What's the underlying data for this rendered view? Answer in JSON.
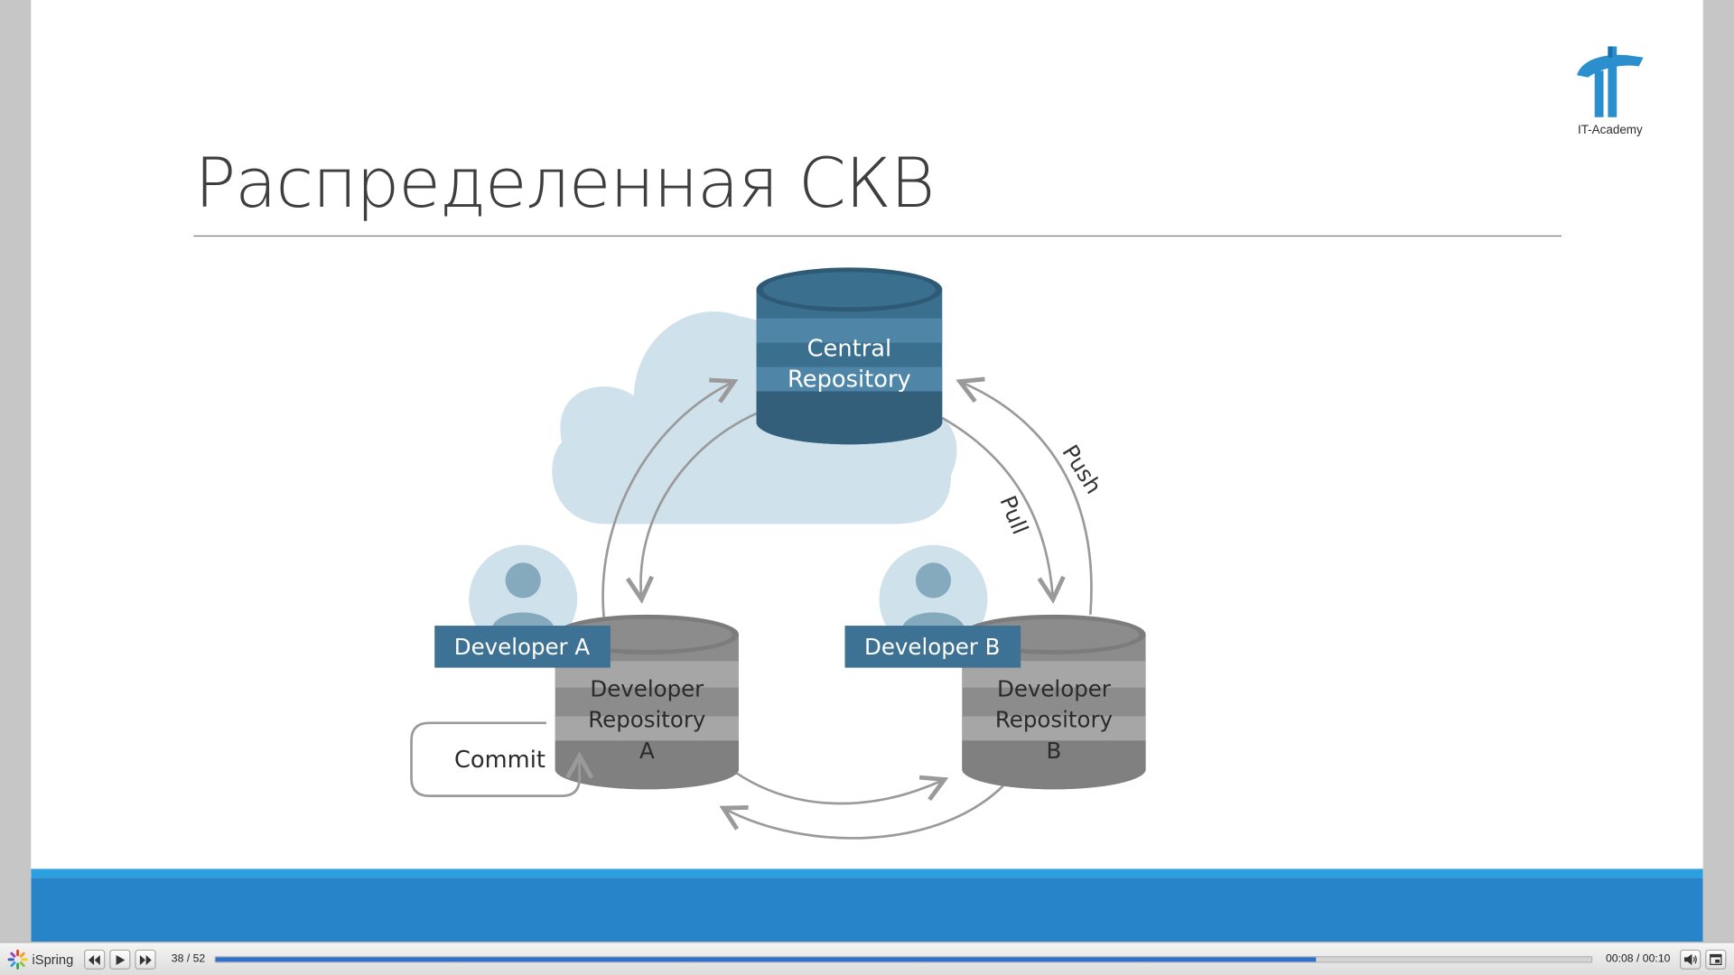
{
  "slide": {
    "title": "Распределенная СКВ",
    "logo_text": "IT-Academy"
  },
  "diagram": {
    "central_repo_line1": "Central",
    "central_repo_line2": "Repository",
    "push_label": "Push",
    "pull_label": "Pull",
    "developer_a_label": "Developer A",
    "developer_b_label": "Developer B",
    "repo_a_line1": "Developer",
    "repo_a_line2": "Repository",
    "repo_a_line3": "A",
    "repo_b_line1": "Developer",
    "repo_b_line2": "Repository",
    "repo_b_line3": "B",
    "commit_label": "Commit"
  },
  "player": {
    "brand": "iSpring",
    "slide_counter": "38 / 52",
    "time": "00:08 / 00:10",
    "progress": 0.8,
    "buttons": [
      "previous-slide",
      "play",
      "next-slide",
      "volume",
      "fullscreen"
    ]
  },
  "colors": {
    "footer_light": "#2aa1de",
    "footer_band": "#2784c9",
    "central_repo": "#3b6f8e",
    "developer_repo": "#8c8c8c",
    "developer_label": "#3e7295",
    "cloud": "#cfe1ea",
    "seek_fill": "#2f6fcd"
  }
}
